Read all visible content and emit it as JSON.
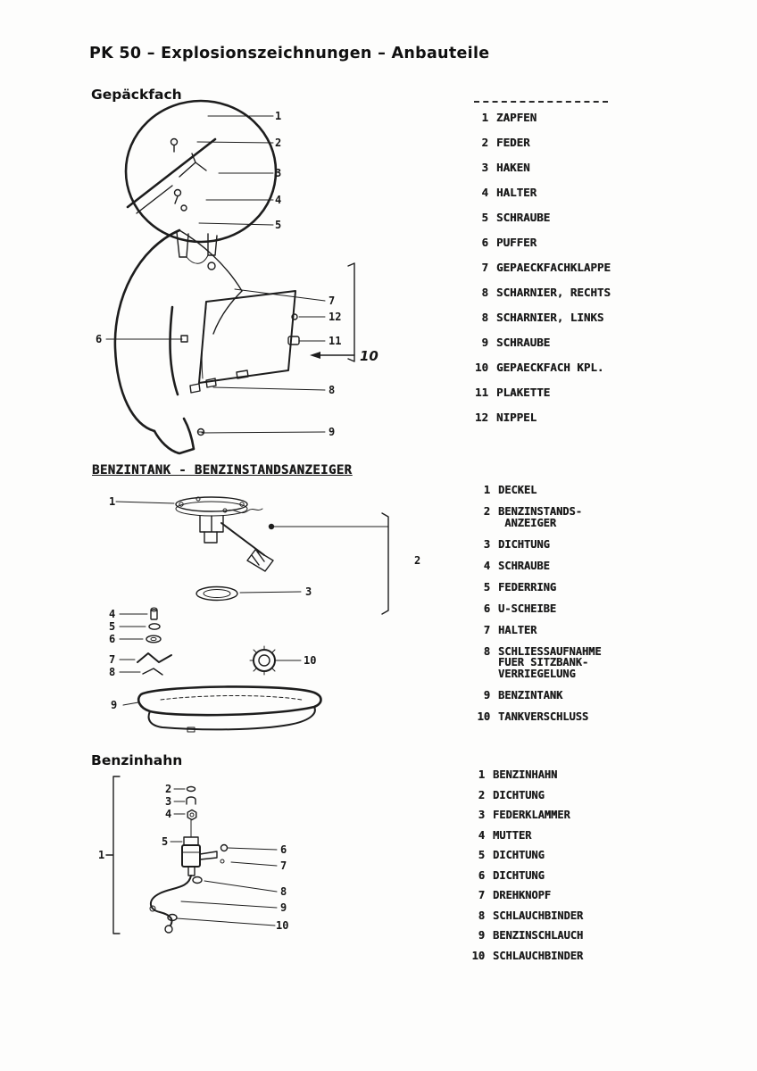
{
  "page": {
    "title": "PK 50 – Explosionszeichnungen – Anbauteile"
  },
  "sections": [
    {
      "id": "gepaeckfach",
      "heading": "Gepäckfach",
      "callouts": [
        "1",
        "2",
        "3",
        "4",
        "5",
        "6",
        "7",
        "12",
        "11",
        "8",
        "9",
        "10"
      ],
      "parts": [
        {
          "num": "1",
          "name": "ZAPFEN"
        },
        {
          "num": "2",
          "name": "FEDER"
        },
        {
          "num": "3",
          "name": "HAKEN"
        },
        {
          "num": "4",
          "name": "HALTER"
        },
        {
          "num": "5",
          "name": "SCHRAUBE"
        },
        {
          "num": "6",
          "name": "PUFFER"
        },
        {
          "num": "7",
          "name": "GEPAECKFACHKLAPPE"
        },
        {
          "num": "8",
          "name": "SCHARNIER, RECHTS"
        },
        {
          "num": "8",
          "name": "SCHARNIER, LINKS"
        },
        {
          "num": "9",
          "name": "SCHRAUBE"
        },
        {
          "num": "10",
          "name": "GEPAECKFACH KPL."
        },
        {
          "num": "11",
          "name": "PLAKETTE"
        },
        {
          "num": "12",
          "name": "NIPPEL"
        }
      ]
    },
    {
      "id": "benzintank",
      "heading": "BENZINTANK - BENZINSTANDSANZEIGER",
      "callouts": [
        "1",
        "2",
        "3",
        "4",
        "5",
        "6",
        "7",
        "8",
        "10",
        "9"
      ],
      "parts": [
        {
          "num": "1",
          "name": "DECKEL"
        },
        {
          "num": "2",
          "name": "BENZINSTANDS-\n ANZEIGER"
        },
        {
          "num": "3",
          "name": "DICHTUNG"
        },
        {
          "num": "4",
          "name": "SCHRAUBE"
        },
        {
          "num": "5",
          "name": "FEDERRING"
        },
        {
          "num": "6",
          "name": "U-SCHEIBE"
        },
        {
          "num": "7",
          "name": "HALTER"
        },
        {
          "num": "8",
          "name": "SCHLIESSAUFNAHME\nFUER SITZBANK-\nVERRIEGELUNG"
        },
        {
          "num": "9",
          "name": "BENZINTANK"
        },
        {
          "num": "10",
          "name": "TANKVERSCHLUSS"
        }
      ]
    },
    {
      "id": "benzinhahn",
      "heading": "Benzinhahn",
      "callouts": [
        "1",
        "2",
        "3",
        "4",
        "5",
        "6",
        "7",
        "8",
        "9",
        "10"
      ],
      "parts": [
        {
          "num": "1",
          "name": "BENZINHAHN"
        },
        {
          "num": "2",
          "name": "DICHTUNG"
        },
        {
          "num": "3",
          "name": "FEDERKLAMMER"
        },
        {
          "num": "4",
          "name": "MUTTER"
        },
        {
          "num": "5",
          "name": "DICHTUNG"
        },
        {
          "num": "6",
          "name": "DICHTUNG"
        },
        {
          "num": "7",
          "name": "DREHKNOPF"
        },
        {
          "num": "8",
          "name": "SCHLAUCHBINDER"
        },
        {
          "num": "9",
          "name": "BENZINSCHLAUCH"
        },
        {
          "num": "10",
          "name": "SCHLAUCHBINDER"
        }
      ]
    }
  ]
}
